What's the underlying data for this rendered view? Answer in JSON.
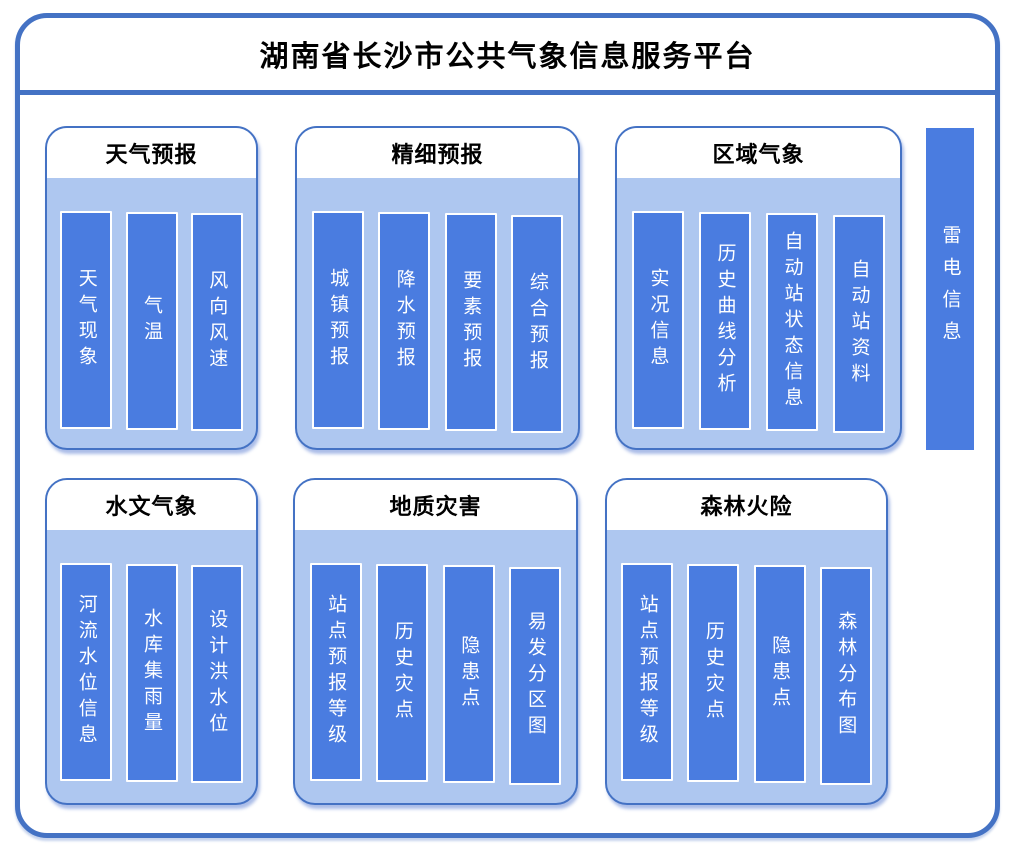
{
  "title": "湖南省长沙市公共气象信息服务平台",
  "colors": {
    "accent": "#4472C4",
    "bar": "#4A7CE0",
    "panel-body": "#AEC7F0",
    "bar-text": "#FFFFFF",
    "title-text": "#000000"
  },
  "panels": [
    {
      "title": "天气预报",
      "items": [
        "天气现象",
        "气温",
        "风向风速"
      ]
    },
    {
      "title": "精细预报",
      "items": [
        "城镇预报",
        "降水预报",
        "要素预报",
        "综合预报"
      ]
    },
    {
      "title": "区域气象",
      "items": [
        "实况信息",
        "历史曲线分析",
        "自动站状态信息",
        "自动站资料"
      ]
    },
    {
      "title": "水文气象",
      "items": [
        "河流水位信息",
        "水库集雨量",
        "设计洪水位"
      ]
    },
    {
      "title": "地质灾害",
      "items": [
        "站点预报等级",
        "历史灾点",
        "隐患点",
        "易发分区图"
      ]
    },
    {
      "title": "森林火险",
      "items": [
        "站点预报等级",
        "历史灾点",
        "隐患点",
        "森林分布图"
      ]
    }
  ],
  "side_bar": {
    "label": "雷电信息"
  }
}
